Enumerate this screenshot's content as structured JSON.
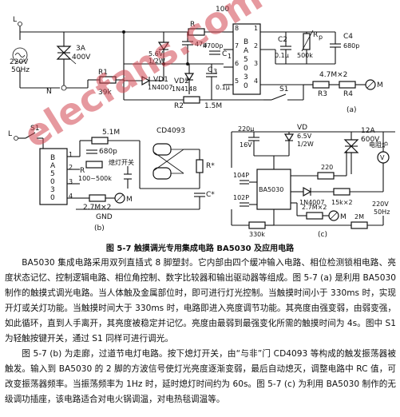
{
  "watermark": "elecfans.com",
  "figure_caption": "图 5-7   触摸调光专用集成电路 BA5030 及应用电路",
  "circuit_a": {
    "panel": "(a)",
    "line_L": "L",
    "line_N": "N",
    "supply": [
      "220V",
      "50Hz"
    ],
    "triac": [
      "3A",
      "400V"
    ],
    "r_top": "R",
    "r_top_val": "100",
    "c47": "47μ",
    "zener": [
      "5.6V",
      "1/2W"
    ],
    "c4700": "4700p",
    "c1": "C",
    "c1_sub": "1",
    "r1": "R1",
    "r1_val": "39k",
    "vd1": "VD1",
    "vd1_val": "1N4007",
    "vd2": "VD2",
    "vd2_val": "1N4148",
    "c3": "C",
    "c3_sub": "3",
    "c3_val": "0.1μ",
    "ic_name": "BA5030",
    "pins_left": [
      "8",
      "7",
      "6",
      "5"
    ],
    "pins_right": [
      "1",
      "2",
      "3",
      "4"
    ],
    "c2": "C2",
    "c2_val": "0.1μ",
    "rp": "R",
    "rp_sub": "p",
    "rp_val": "500k",
    "c4": "C4",
    "c4_val": "680p",
    "r2": "R2",
    "r2_val": "1.5M",
    "s1": "S1",
    "r3": "R3",
    "r3_val": "4.7M×2",
    "r4": "R4",
    "m": "M"
  },
  "circuit_b": {
    "panel": "(b)",
    "line_L": "L",
    "s1": "S1",
    "ic_name": "BA5030",
    "pins_left": [
      "1",
      "2",
      "3",
      "4"
    ],
    "r_top": "5.1M",
    "c680": "680p",
    "rp": "R",
    "rp_range": "100~500k",
    "switch_label": "熄灯开关",
    "ic2": "CD4093",
    "r_star": "R*",
    "c_star": "C*",
    "r_bot": "2.7M×2",
    "m": "M",
    "gnd": "GND"
  },
  "circuit_c": {
    "panel": "(c)",
    "c220": "220μ",
    "c220v": "16V",
    "vd": "VD",
    "vd_val": "6.5V",
    "vd_w": "1/2W",
    "triac": [
      "12A",
      "600V"
    ],
    "load": "电阻炉",
    "c104": "104P",
    "c102": "102P",
    "ic_name": "BA5030",
    "r220": "220",
    "r_mid": "1N4007",
    "r15k": "15k×2",
    "supply": [
      "220V",
      "50Hz"
    ],
    "r330": "330k",
    "r27m": "2.7M×2",
    "r2m": "2M",
    "m": "M"
  },
  "paragraphs": [
    "BA5030 集成电路采用双列直插式 8 脚塑封。它内部由四个缓冲输入电路、相位检测锁相电路、亮度状态记忆、控制逻辑电路、相位角控制、数字比较器和输出驱动器等组成。图 5-7 (a) 是利用 BA5030 制作的触摸式调光电路。当人体触及金属部位时，即可进行灯光控制。当触摸时间小于 330ms 时，实现开灯或关灯功能。当触摸时间大于 330ms 时，电路即进入亮度调节功能。其亮度由强变弱，由弱变强，如此循环，直到人手离开，其亮度被稳定并记忆。亮度由最弱到最强变化所需的触摸时间为 4s。图中 S1 为轻触按键开关，通过 S1 同样可进行调光。",
    "图 5-7 (b) 为走廊，过道节电灯电路。按下熄灯开关，由“与非”门 CD4093 等构成的触发振荡器被触发。输入到 BA5030 的 2 脚的方波信号使灯光亮度逐渐变弱，最后自动熄灭，调整电路中 RC 值，可改变振荡器频率。当振荡频率为 1Hz 时，延时熄灯时间约为 60s。图 5-7 (c) 为利用 BA5030 制作的无级调功插座，该电路适合对电火锅调温，对电热毯调温等。"
  ]
}
